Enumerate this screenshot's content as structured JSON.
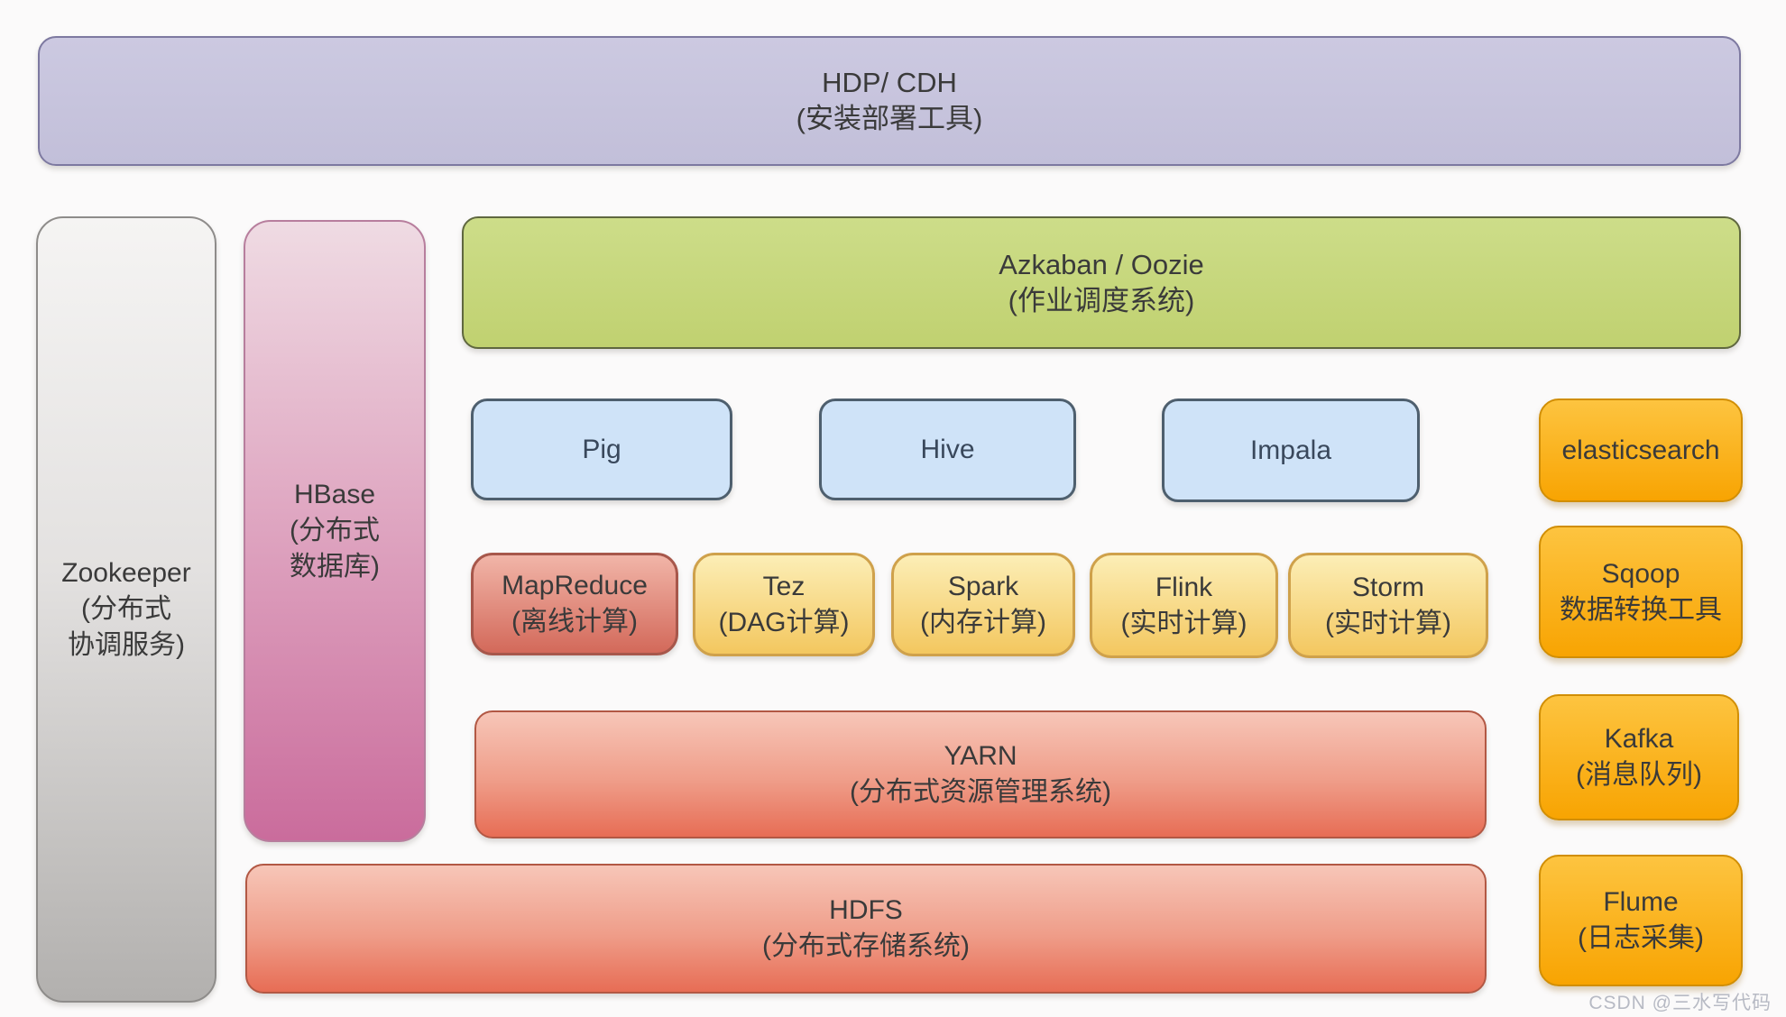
{
  "deploy_bar": {
    "title": "HDP/ CDH",
    "subtitle": "(安装部署工具)"
  },
  "zookeeper": {
    "title": "Zookeeper",
    "line1": "(分布式",
    "line2": "协调服务)"
  },
  "hbase": {
    "title": "HBase",
    "line1": "(分布式",
    "line2": "数据库)"
  },
  "scheduler_bar": {
    "title": "Azkaban / Oozie",
    "subtitle": "(作业调度系统)"
  },
  "query_boxes": {
    "pig": {
      "title": "Pig"
    },
    "hive": {
      "title": "Hive"
    },
    "impala": {
      "title": "Impala"
    }
  },
  "compute_boxes": {
    "mapreduce": {
      "title": "MapReduce",
      "subtitle": "(离线计算)"
    },
    "tez": {
      "title": "Tez",
      "subtitle": "(DAG计算)"
    },
    "spark": {
      "title": "Spark",
      "subtitle": "(内存计算)"
    },
    "flink": {
      "title": "Flink",
      "subtitle": "(实时计算)"
    },
    "storm": {
      "title": "Storm",
      "subtitle": "(实时计算)"
    }
  },
  "yarn_bar": {
    "title": "YARN",
    "subtitle": "(分布式资源管理系统)"
  },
  "hdfs_bar": {
    "title": "HDFS",
    "subtitle": "(分布式存储系统)"
  },
  "side_boxes": {
    "elasticsearch": {
      "title": "elasticsearch"
    },
    "sqoop": {
      "title": "Sqoop",
      "subtitle": "数据转换工具"
    },
    "kafka": {
      "title": "Kafka",
      "subtitle": "(消息队列)"
    },
    "flume": {
      "title": "Flume",
      "subtitle": "(日志采集)"
    }
  },
  "watermark": "CSDN @三水写代码",
  "colors": {
    "background": "#fbfafa",
    "deploy_fill": "#c7c4dd",
    "deploy_border": "#7d79a0",
    "zookeeper_top": "#f5f4f3",
    "zookeeper_bottom": "#b2b0ae",
    "hbase_top": "#efdbe3",
    "hbase_bottom": "#ca6c9c",
    "scheduler_fill": "#c6d77e",
    "scheduler_border": "#5f673f",
    "query_fill": "#cfe3f8",
    "query_border": "#4e5f6e",
    "mapreduce_top": "#f1b5a8",
    "mapreduce_bottom": "#d3695a",
    "compute_top": "#fceeb6",
    "compute_bottom": "#f3c75f",
    "salmon_top": "#f7c6b8",
    "salmon_bottom": "#e76d55",
    "orange_top": "#fdc440",
    "orange_bottom": "#f8a402",
    "text": "#3a3a3a",
    "watermark": "#b7bac4"
  }
}
